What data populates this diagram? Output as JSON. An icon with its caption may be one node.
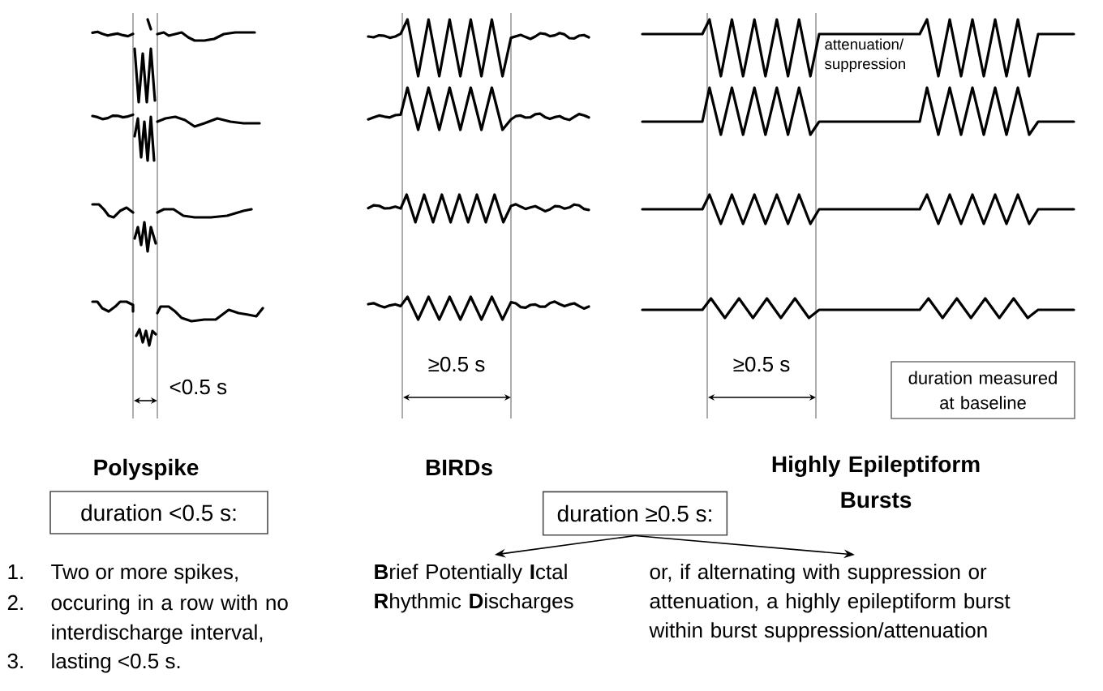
{
  "diagram": {
    "nodes": [
      {
        "text": [
          "duration measured at baseline"
        ]
      },
      {
        "text": [
          "duration <0.5 s:"
        ]
      },
      {
        "text": [
          "duration ≥0.5 s:"
        ]
      },
      {
        "text": [
          "**B**rief Potentially **I**ctal **R**hythmic **D**ischarges"
        ]
      },
      {
        "text": [
          "or, if alternating with suppression or attenuation, a highly epileptiform burst within burst suppression/attenuation"
        ]
      }
    ],
    "edges": [
      {
        "from": 2,
        "to": 3,
        "arrow": "to"
      },
      {
        "from": 2,
        "to": 4,
        "arrow": "to"
      }
    ],
    "labels": [
      "attenuation/ suppression",
      "<0.5 s",
      "≥0.5 s",
      "≥0.5 s",
      "Polyspike",
      "BIRDs",
      "Highly Epileptiform Bursts",
      "1.",
      "Two or more spikes,",
      "2.",
      "occuring in a row with no interdischarge interval,",
      "3.",
      "lasting <0.5 s."
    ]
  }
}
